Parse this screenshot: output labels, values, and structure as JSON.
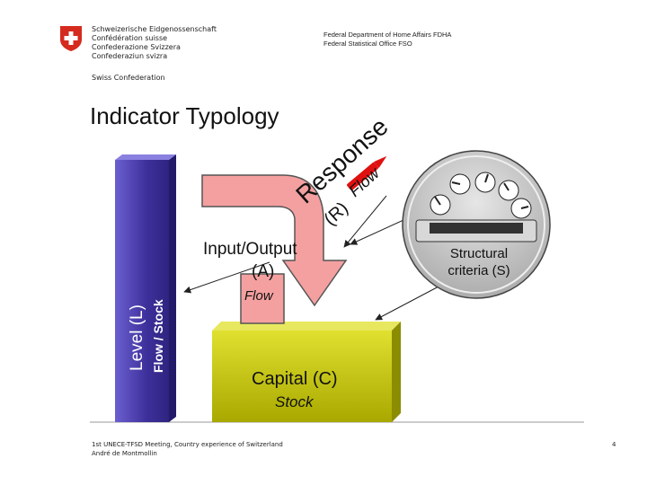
{
  "header": {
    "confederation_lines": [
      "Schweizerische Eidgenossenschaft",
      "Confédération suisse",
      "Confederazione Svizzera",
      "Confederaziun svizra"
    ],
    "swiss_confederation": "Swiss Confederation",
    "department": "Federal Department of Home Affairs FDHA",
    "office": "Federal Statistical Office FSO"
  },
  "title": "Indicator Typology",
  "diagram": {
    "level_label": "Level (L)",
    "level_sub": "Flow / Stock",
    "response_label": "Response",
    "response_paren": "(R)",
    "response_flow": "Flow",
    "io_label_1": "Input/Output",
    "io_label_2": "(A)",
    "io_flow": "Flow",
    "capital_label": "Capital (C)",
    "capital_stock": "Stock",
    "structural_label_1": "Structural",
    "structural_label_2": "criteria (S)",
    "colors": {
      "level_bar": "#4b3da8",
      "capital_box": "#c8c800",
      "arrow_fill": "#f4a0a0",
      "gauge_bg": "#c8c8c8"
    }
  },
  "footer": {
    "line1": "1st UNECE-TFSD Meeting, Country experience of Switzerland",
    "line2": "André de Montmollin",
    "page": "4"
  }
}
